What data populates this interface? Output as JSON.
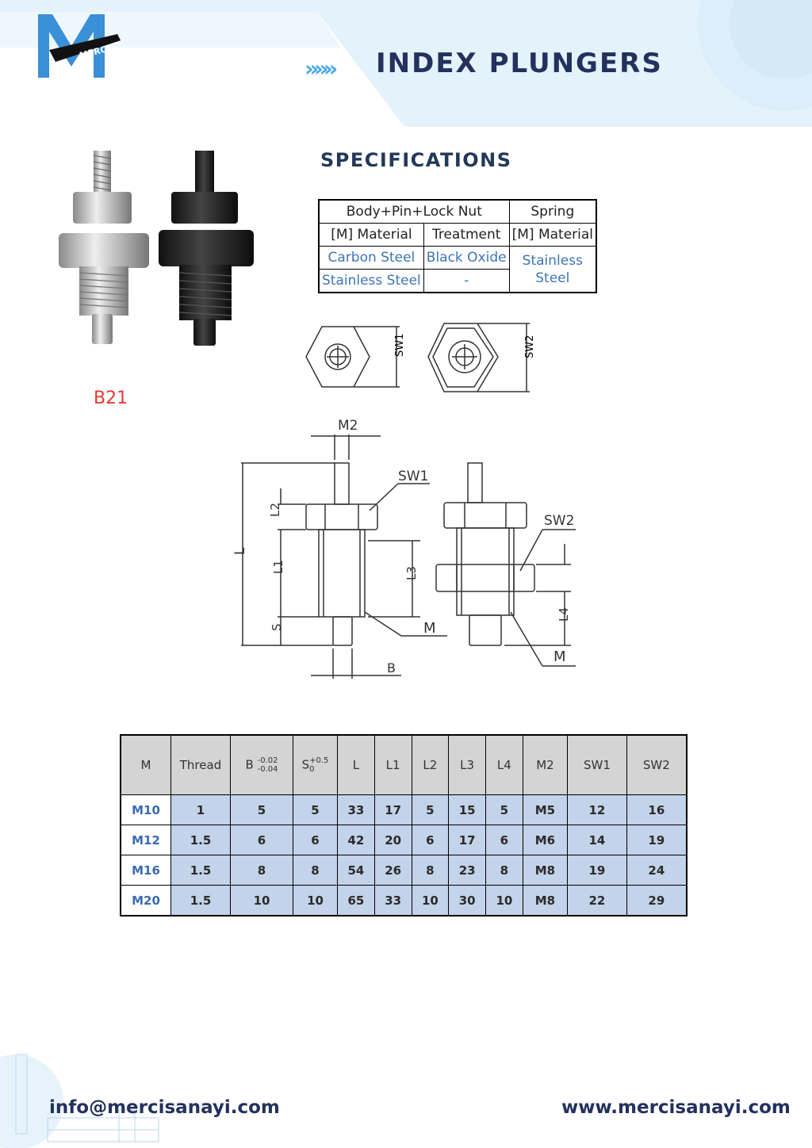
{
  "brand": {
    "logo_text": "MERCI"
  },
  "header": {
    "title": "INDEX PLUNGERS",
    "arrows": "»»»"
  },
  "product": {
    "code": "B21"
  },
  "specifications": {
    "heading": "SPECIFICATIONS",
    "group_headers": [
      "Body+Pin+Lock Nut",
      "Spring"
    ],
    "sub_headers": [
      "[M] Material",
      "Treatment",
      "[M] Material"
    ],
    "rows": [
      {
        "material": "Carbon Steel",
        "treatment": "Black Oxide"
      },
      {
        "material": "Stainless Steel",
        "treatment": "-"
      }
    ],
    "spring_material": [
      "Stainless",
      "Steel"
    ]
  },
  "drawing_labels": {
    "sw1": "SW1",
    "sw2": "SW2",
    "m2": "M2",
    "l": "L",
    "l1": "L1",
    "l2": "L2",
    "l3": "L3",
    "l4": "L4",
    "s": "S",
    "m": "M",
    "b": "B"
  },
  "dimensions": {
    "headers": [
      "M",
      "Thread",
      "B",
      "S",
      "L",
      "L1",
      "L2",
      "L3",
      "L4",
      "M2",
      "SW1",
      "SW2"
    ],
    "b_tolerance": {
      "upper": "-0.02",
      "lower": "-0.04"
    },
    "s_tolerance": {
      "upper": "+0.5",
      "lower": "0"
    },
    "rows": [
      [
        "M10",
        "1",
        "5",
        "5",
        "33",
        "17",
        "5",
        "15",
        "5",
        "M5",
        "12",
        "16"
      ],
      [
        "M12",
        "1.5",
        "6",
        "6",
        "42",
        "20",
        "6",
        "17",
        "6",
        "M6",
        "14",
        "19"
      ],
      [
        "M16",
        "1.5",
        "8",
        "8",
        "54",
        "26",
        "8",
        "23",
        "8",
        "M8",
        "19",
        "24"
      ],
      [
        "M20",
        "1.5",
        "10",
        "10",
        "65",
        "33",
        "10",
        "30",
        "10",
        "M8",
        "22",
        "29"
      ]
    ]
  },
  "footer": {
    "email": "info@mercisanayi.com",
    "website": "www.mercisanayi.com"
  },
  "colors": {
    "navy": "#23315e",
    "header_band": "#e3f1fb",
    "value_blue": "#3d74b5",
    "table_blue": "#c3d3e9",
    "code_red": "#e53935"
  }
}
